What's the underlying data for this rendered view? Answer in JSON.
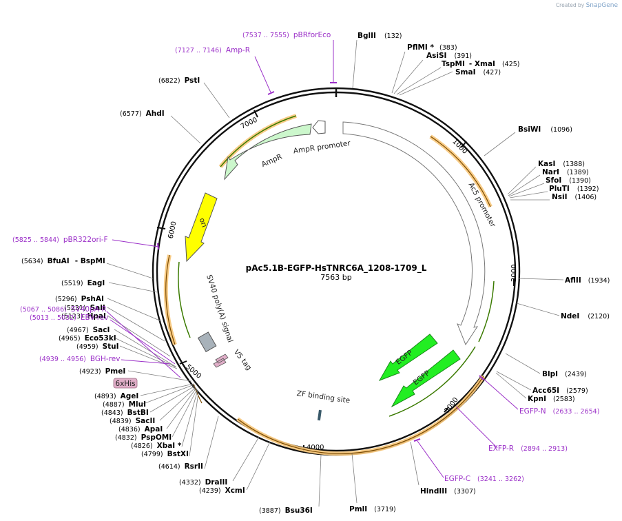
{
  "credit": {
    "prefix": "Created by",
    "brand": "SnapGene"
  },
  "plasmid": {
    "name": "pAc5.1B-EGFP-HsTNRC6A_1208-1709_L",
    "length_label": "7563 bp",
    "total_bp": 7563
  },
  "ticks": [
    "1000",
    "2000",
    "3000",
    "4000",
    "5000",
    "6000",
    "7000"
  ],
  "sites": [
    {
      "name": "BglII",
      "pos": "(132)"
    },
    {
      "name": "PflMI *",
      "pos": "(383)"
    },
    {
      "name": "AsiSI",
      "pos": "(391)"
    },
    {
      "name": "TspMI",
      "pos": "(425)"
    },
    {
      "name": "XmaI",
      "pos": ""
    },
    {
      "name": "SmaI",
      "pos": "(427)"
    },
    {
      "name": "BsiWI",
      "pos": "(1096)"
    },
    {
      "name": "KasI",
      "pos": "(1388)"
    },
    {
      "name": "NarI",
      "pos": "(1389)"
    },
    {
      "name": "SfoI",
      "pos": "(1390)"
    },
    {
      "name": "PluTI",
      "pos": "(1392)"
    },
    {
      "name": "NsiI",
      "pos": "(1406)"
    },
    {
      "name": "AflII",
      "pos": "(1934)"
    },
    {
      "name": "NdeI",
      "pos": "(2120)"
    },
    {
      "name": "BlpI",
      "pos": "(2439)"
    },
    {
      "name": "Acc65I",
      "pos": "(2579)"
    },
    {
      "name": "KpnI",
      "pos": "(2583)"
    },
    {
      "name": "HindIII",
      "pos": "(3307)"
    },
    {
      "name": "PmlI",
      "pos": "(3719)"
    },
    {
      "name": "Bsu36I",
      "pos": "(3887)"
    },
    {
      "name": "XcmI",
      "pos": "(4239)"
    },
    {
      "name": "DraIII",
      "pos": "(4332)"
    },
    {
      "name": "RsrII",
      "pos": "(4614)"
    },
    {
      "name": "BstXI",
      "pos": "(4799)"
    },
    {
      "name": "XbaI *",
      "pos": "(4826)"
    },
    {
      "name": "PspOMI",
      "pos": "(4832)"
    },
    {
      "name": "ApaI",
      "pos": "(4836)"
    },
    {
      "name": "SacII",
      "pos": "(4839)"
    },
    {
      "name": "BstBI",
      "pos": "(4843)"
    },
    {
      "name": "MluI",
      "pos": "(4887)"
    },
    {
      "name": "AgeI",
      "pos": "(4893)"
    },
    {
      "name": "PmeI",
      "pos": "(4923)"
    },
    {
      "name": "StuI",
      "pos": "(4959)"
    },
    {
      "name": "Eco53kI",
      "pos": "(4965)"
    },
    {
      "name": "SacI",
      "pos": "(4967)"
    },
    {
      "name": "HpaI",
      "pos": "(5123)"
    },
    {
      "name": "SalI",
      "pos": "(5231)"
    },
    {
      "name": "PshAI",
      "pos": "(5296)"
    },
    {
      "name": "EagI",
      "pos": "(5519)"
    },
    {
      "name": "BfuAI",
      "pos": "(5634)"
    },
    {
      "name": "BspMI",
      "pos": ""
    },
    {
      "name": "AhdI",
      "pos": "(6577)"
    },
    {
      "name": "PstI",
      "pos": "(6822)"
    }
  ],
  "primers": [
    {
      "name": "pBRforEco",
      "range": "(7537 .. 7555)"
    },
    {
      "name": "Amp-R",
      "range": "(7127 .. 7146)"
    },
    {
      "name": "pBR322ori-F",
      "range": "(5825 .. 5844)"
    },
    {
      "name": "SV40pA-R",
      "range": "(5067 .. 5086)"
    },
    {
      "name": "EBV-rev",
      "range": "(5013 .. 5032)"
    },
    {
      "name": "BGH-rev",
      "range": "(4939 .. 4956)"
    },
    {
      "name": "EGFP-N",
      "range": "(2633 .. 2654)"
    },
    {
      "name": "EXFP-R",
      "range": "(2894 .. 2913)"
    },
    {
      "name": "EGFP-C",
      "range": "(3241 .. 3262)"
    }
  ],
  "features": {
    "ampr": "AmpR",
    "ampr_promoter": "AmpR promoter",
    "ac5_promoter": "Ac5 promoter",
    "ori": "ori",
    "sv40": "SV40 poly(A) signal",
    "v5": "V5 tag",
    "his": "6xHis",
    "egfp1": "EGFP",
    "egfp2": "EGFP",
    "zf": "ZF binding site"
  },
  "colors": {
    "backbone": "#111111",
    "primer": "#9b30c8",
    "orf": "#3a7a00",
    "orf_glow": "#f7c77a",
    "ampr": "#ccf7cc",
    "ori": "#ffff00",
    "egfp": "#22ee22",
    "sv40": "#a8b2ba",
    "v5": "#e0aec8",
    "his": "#e0aec8",
    "zf": "#3a5a6a"
  }
}
